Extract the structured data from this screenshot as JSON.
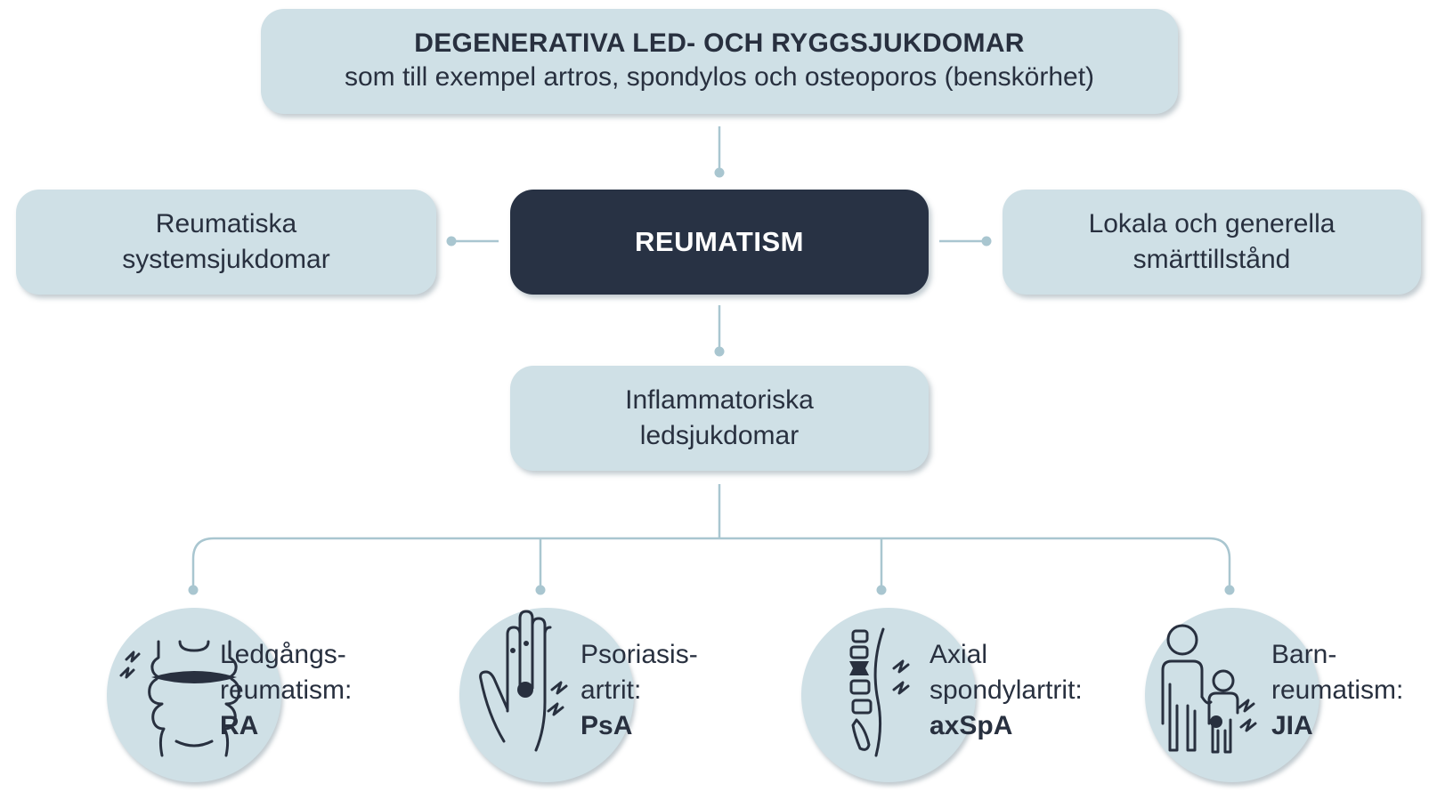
{
  "top_box": {
    "title": "DEGENERATIVA LED- OCH RYGGSJUKDOMAR",
    "subtitle": "som till exempel artros, spondylos och osteoporos (benskörhet)"
  },
  "center_box": {
    "label": "REUMATISM"
  },
  "left_box": {
    "line1": "Reumatiska",
    "line2": "systemsjukdomar"
  },
  "right_box": {
    "line1": "Lokala och generella",
    "line2": "smärttillstånd"
  },
  "inflammatory_box": {
    "line1": "Inflammatoriska",
    "line2": "ledsjukdomar"
  },
  "conditions": [
    {
      "line1": "Ledgångs-",
      "line2": "reumatism:",
      "abbr": "RA",
      "icon": "knee-joint-icon"
    },
    {
      "line1": "Psoriasis-",
      "line2": "artrit:",
      "abbr": "PsA",
      "icon": "hand-joint-icon"
    },
    {
      "line1": "Axial",
      "line2": "spondylartrit:",
      "abbr": "axSpA",
      "icon": "spine-icon"
    },
    {
      "line1": "Barn-",
      "line2": "reumatism:",
      "abbr": "JIA",
      "icon": "parent-child-icon"
    }
  ],
  "colors": {
    "box_fill": "#cfe0e6",
    "center_fill": "#283244",
    "text": "#28303f",
    "connector": "#a9c6d0"
  }
}
